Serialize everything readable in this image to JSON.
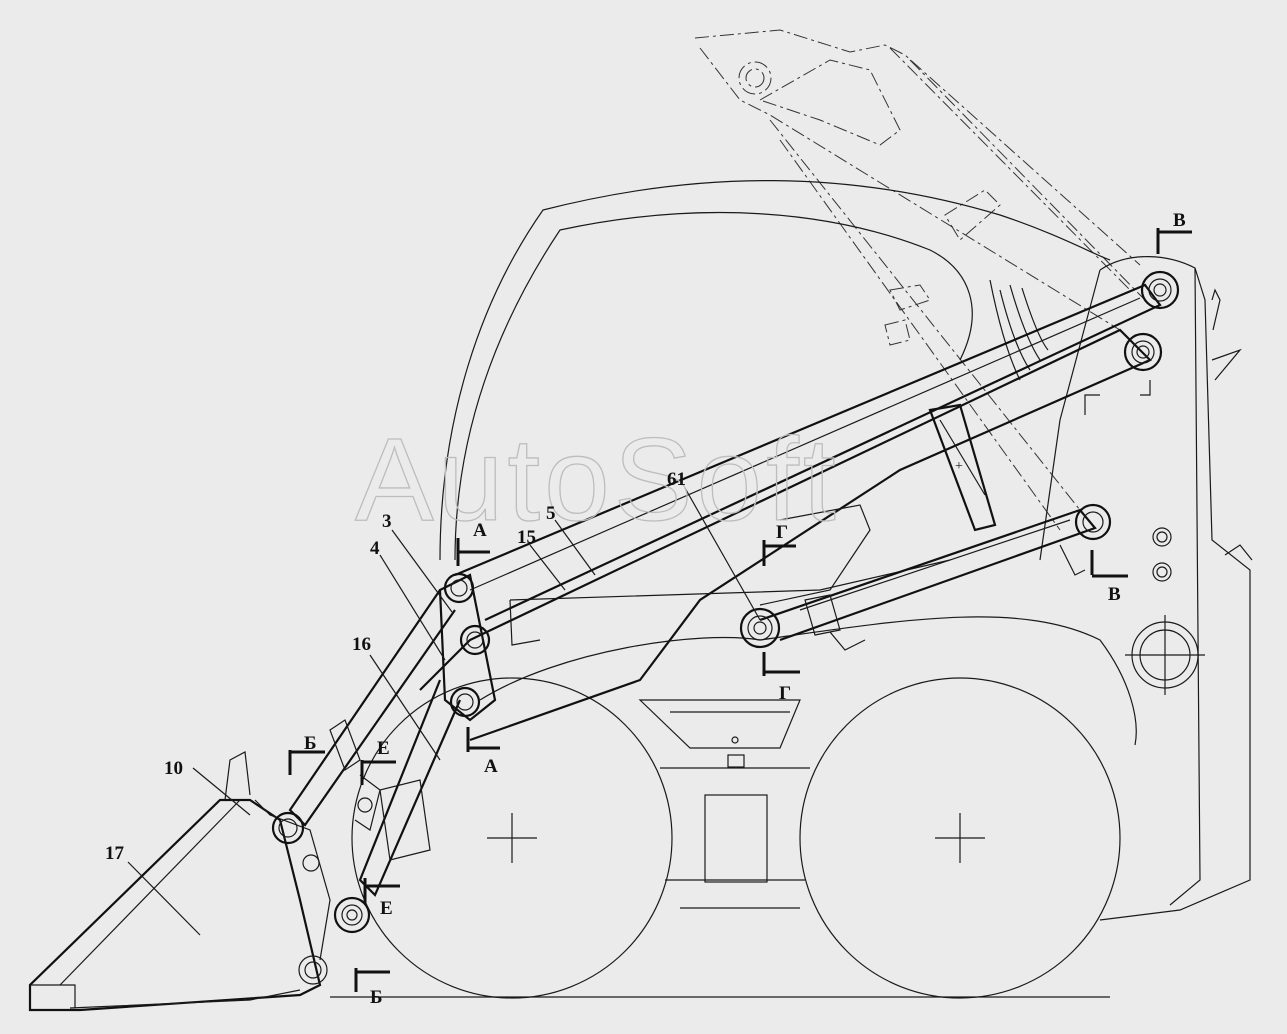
{
  "watermark": "AutoSoft",
  "part_labels": {
    "p3": "3",
    "p4": "4",
    "p5": "5",
    "p10": "10",
    "p15": "15",
    "p16": "16",
    "p17": "17",
    "p61": "61"
  },
  "section_labels": {
    "a_top": "А",
    "a_bottom": "А",
    "b_top": "Б",
    "b_bottom": "Б",
    "v_top": "В",
    "v_bottom": "В",
    "g_top": "Г",
    "g_bottom": "Г",
    "e_top": "Е",
    "e_bottom": "Е"
  },
  "colors": {
    "background": "#ebebeb",
    "lines": "#1a1a1a",
    "watermark": "#bdbdbd"
  }
}
